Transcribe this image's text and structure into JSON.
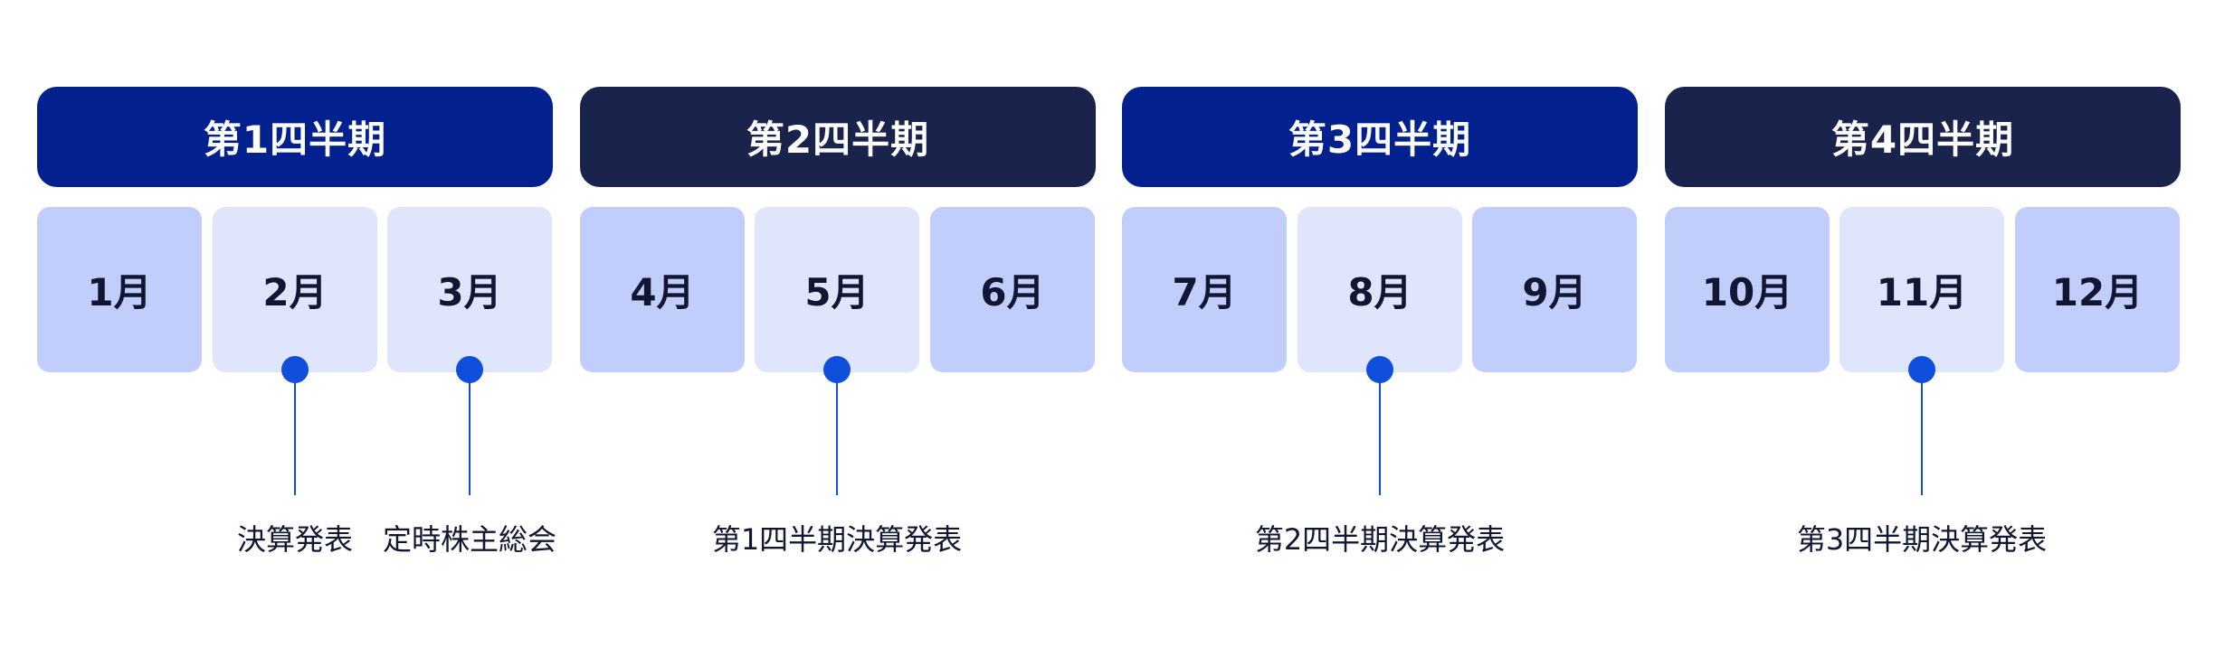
{
  "quarters": [
    {
      "label": "第1四半期",
      "color": "#02218f"
    },
    {
      "label": "第2四半期",
      "color": "#1a234b"
    },
    {
      "label": "第3四半期",
      "color": "#02218f"
    },
    {
      "label": "第4四半期",
      "color": "#1a234b"
    }
  ],
  "months": [
    {
      "label": "1月",
      "shade": "#c1cdfb"
    },
    {
      "label": "2月",
      "shade": "#dfe6fc"
    },
    {
      "label": "3月",
      "shade": "#dfe6fc"
    },
    {
      "label": "4月",
      "shade": "#c1cdfb"
    },
    {
      "label": "5月",
      "shade": "#dfe6fc"
    },
    {
      "label": "6月",
      "shade": "#c1cdfb"
    },
    {
      "label": "7月",
      "shade": "#c1cdfb"
    },
    {
      "label": "8月",
      "shade": "#dfe6fc"
    },
    {
      "label": "9月",
      "shade": "#c1cdfb"
    },
    {
      "label": "10月",
      "shade": "#c1cdfb"
    },
    {
      "label": "11月",
      "shade": "#dfe6fc"
    },
    {
      "label": "12月",
      "shade": "#c1cdfb"
    }
  ],
  "events": [
    {
      "month": "2月",
      "label": "決算発表"
    },
    {
      "month": "3月",
      "label": "定時株主総会"
    },
    {
      "month": "5月",
      "label": "第1四半期決算発表"
    },
    {
      "month": "8月",
      "label": "第2四半期決算発表"
    },
    {
      "month": "11月",
      "label": "第3四半期決算発表"
    }
  ],
  "accent_color": "#0f4fdc"
}
